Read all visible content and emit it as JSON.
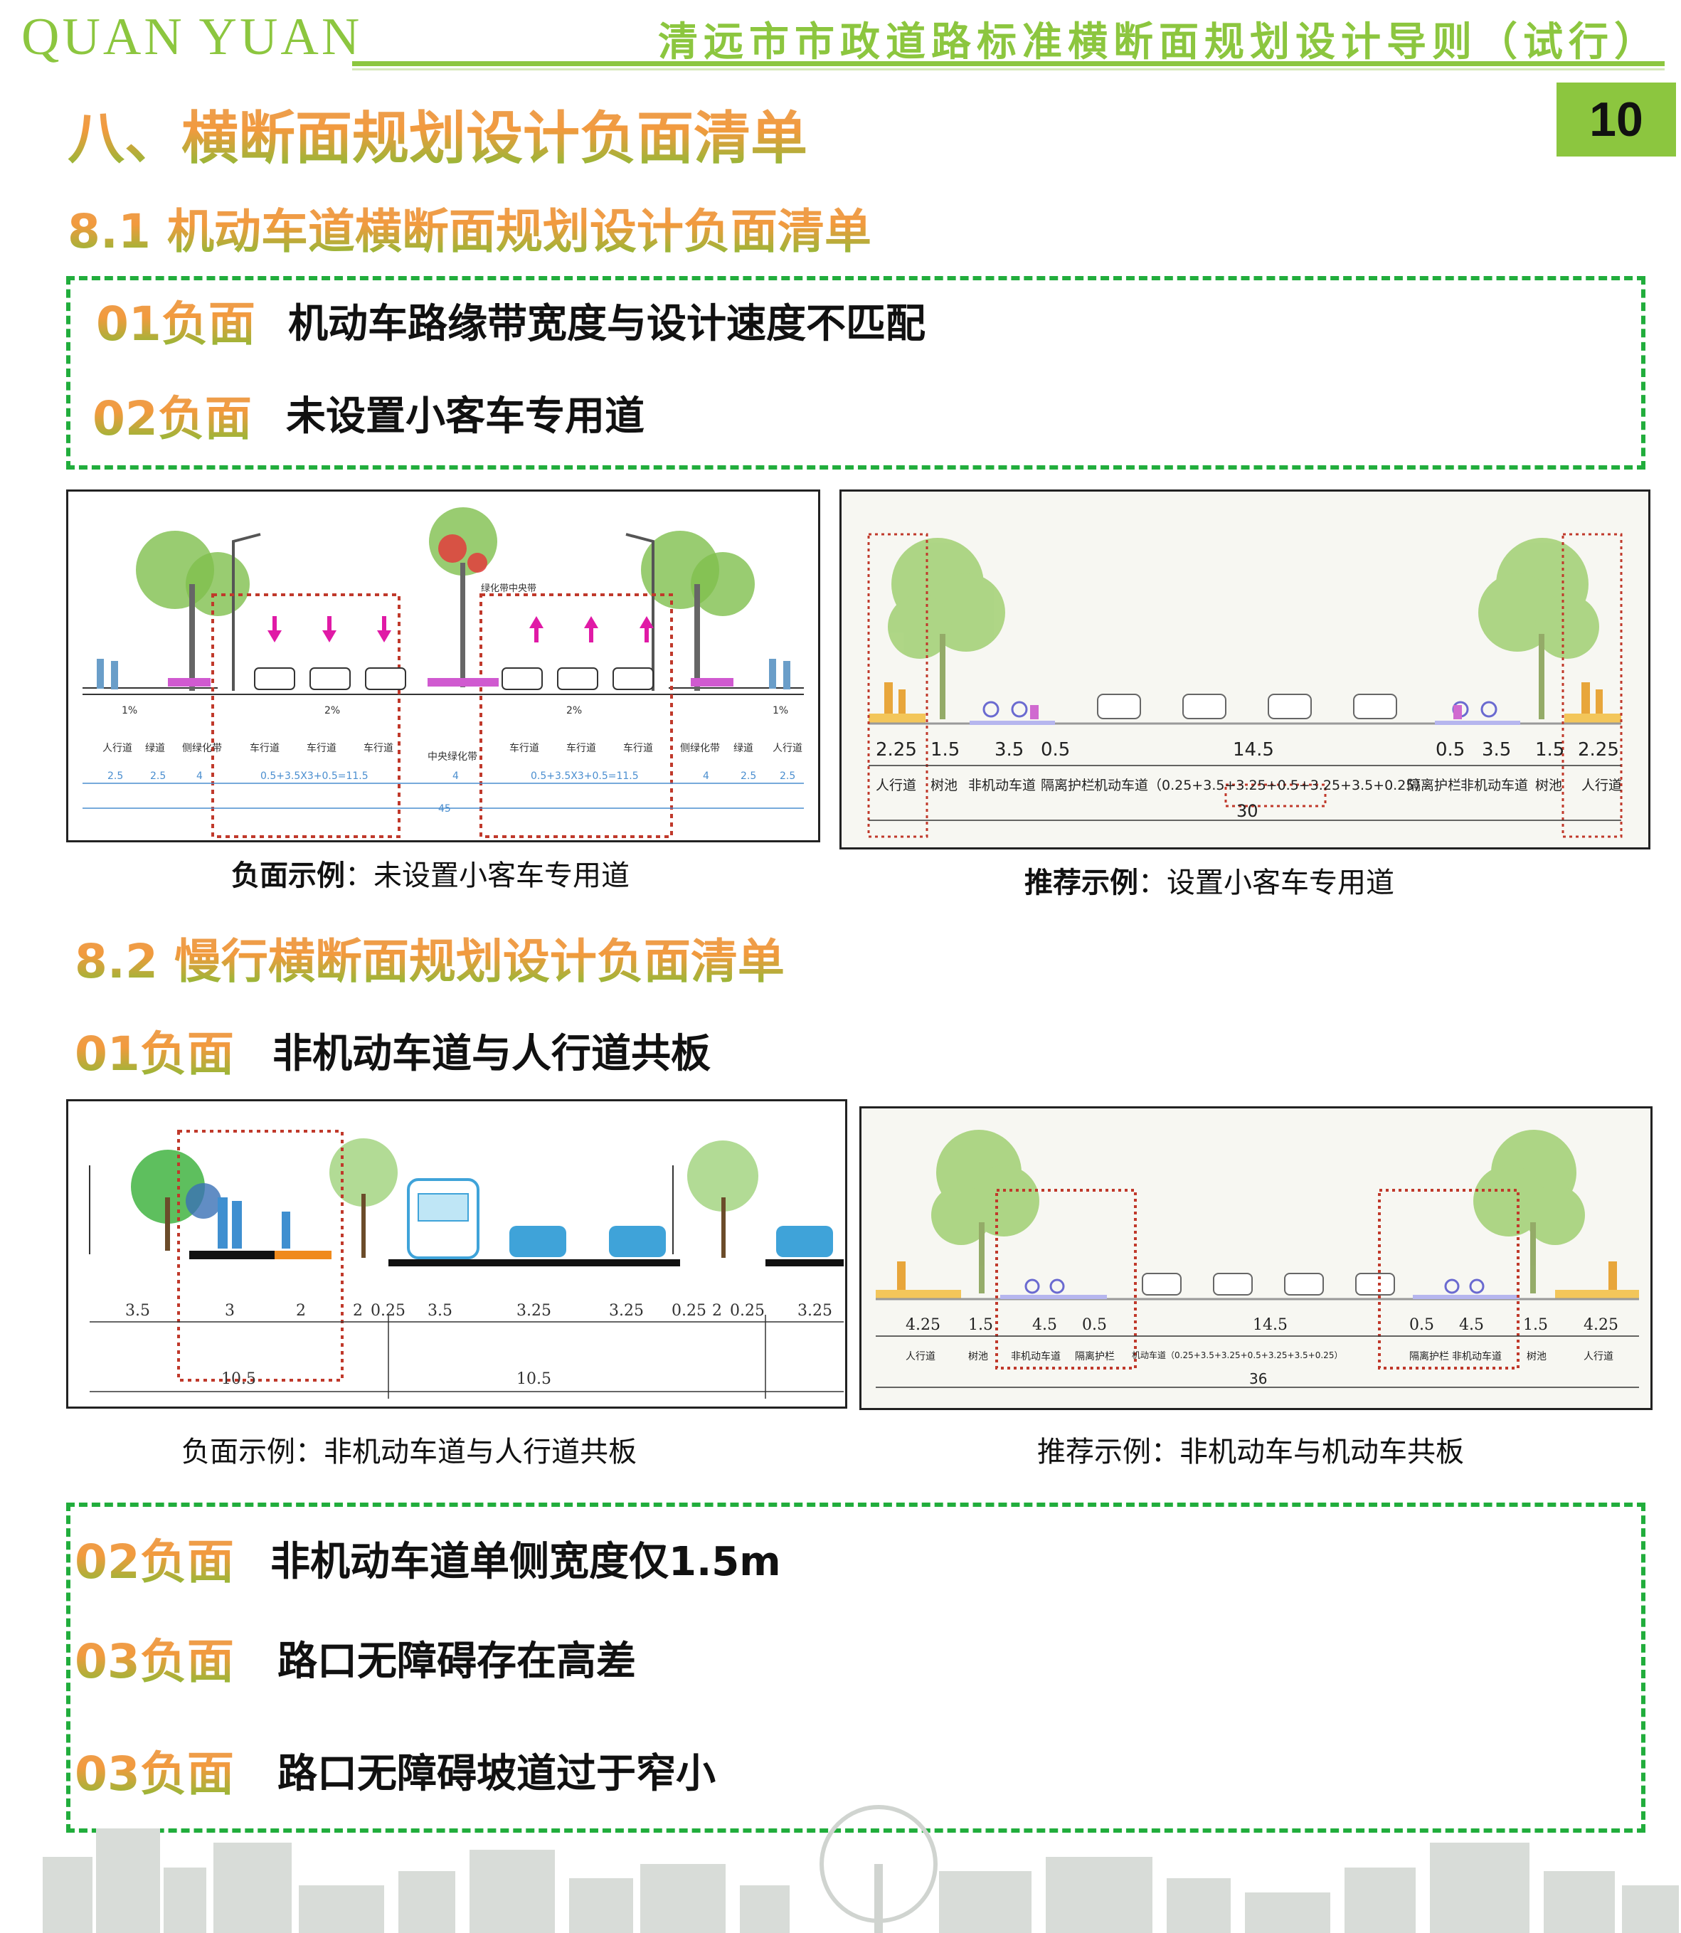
{
  "header": {
    "brand": "QUAN  YUAN",
    "doc_title": "清远市市政道路标准横断面规划设计导则（试行）",
    "page_number": "10"
  },
  "section": {
    "title": "八、横断面规划设计负面清单"
  },
  "sub81": {
    "title": "8.1 机动车道横断面规划设计负面清单",
    "items": [
      {
        "tag": "01负面",
        "text": "机动车路缘带宽度与设计速度不匹配"
      },
      {
        "tag": "02负面",
        "text": "未设置小客车专用道"
      }
    ],
    "neg_example": {
      "caption_bold": "负面示例",
      "caption_rest": "：未设置小客车专用道",
      "labels": [
        "人行道",
        "绿道",
        "侧绿化带",
        "车行道",
        "车行道",
        "车行道",
        "中央绿化带",
        "车行道",
        "车行道",
        "车行道",
        "侧绿化带",
        "绿道",
        "人行道"
      ],
      "dims": [
        "2.5",
        "2.5",
        "4",
        "0.5+3.5X3+0.5=11.5",
        "4",
        "0.5+3.5X3+0.5=11.5",
        "4",
        "2.5",
        "2.5"
      ],
      "total": "45",
      "slopes": [
        "1%",
        "2%",
        "2%",
        "1%"
      ],
      "median_note": "绿化带中央带"
    },
    "rec_example": {
      "caption_bold": "推荐示例",
      "caption_rest": "：设置小客车专用道",
      "dims": [
        "2.25",
        "1.5",
        "3.5",
        "0.5",
        "14.5",
        "0.5",
        "3.5",
        "1.5",
        "2.25"
      ],
      "labels": [
        "人行道",
        "树池",
        "非机动车道",
        "隔离护栏",
        "机动车道（0.25+3.5+3.25+0.5+3.25+3.5+0.25）",
        "隔离护栏",
        "非机动车道",
        "树池",
        "人行道"
      ],
      "total": "30"
    }
  },
  "sub82": {
    "title": "8.2 慢行横断面规划设计负面清单",
    "item1": {
      "tag": "01负面",
      "text": "非机动车道与人行道共板"
    },
    "neg_example": {
      "caption": "负面示例：非机动车道与人行道共板",
      "dims": [
        "3.5",
        "3",
        "2",
        "2",
        "0.25",
        "3.5",
        "3.25",
        "3.25",
        "0.25",
        "2",
        "0.25",
        "3.25"
      ],
      "totals": [
        "10.5",
        "10.5"
      ]
    },
    "rec_example": {
      "caption": "推荐示例：非机动车与机动车共板",
      "dims": [
        "4.25",
        "1.5",
        "4.5",
        "0.5",
        "14.5",
        "0.5",
        "4.5",
        "1.5",
        "4.25"
      ],
      "labels": [
        "人行道",
        "树池",
        "非机动车道",
        "隔离护栏",
        "机动车道（0.25+3.5+3.25+0.5+3.25+3.5+0.25）",
        "隔离护栏",
        "非机动车道",
        "树池",
        "人行道"
      ],
      "total": "36"
    },
    "items": [
      {
        "tag": "02负面",
        "text": "非机动车道单侧宽度仅1.5m"
      },
      {
        "tag": "03负面",
        "text": "路口无障碍存在高差"
      },
      {
        "tag": "03负面",
        "text": "路口无障碍坡道过于窄小"
      }
    ]
  },
  "colors": {
    "accent_green": "#8cc63f",
    "dash_green": "#21ad3c",
    "orange": "#f29a3e",
    "highlight_red": "#c0392b"
  }
}
